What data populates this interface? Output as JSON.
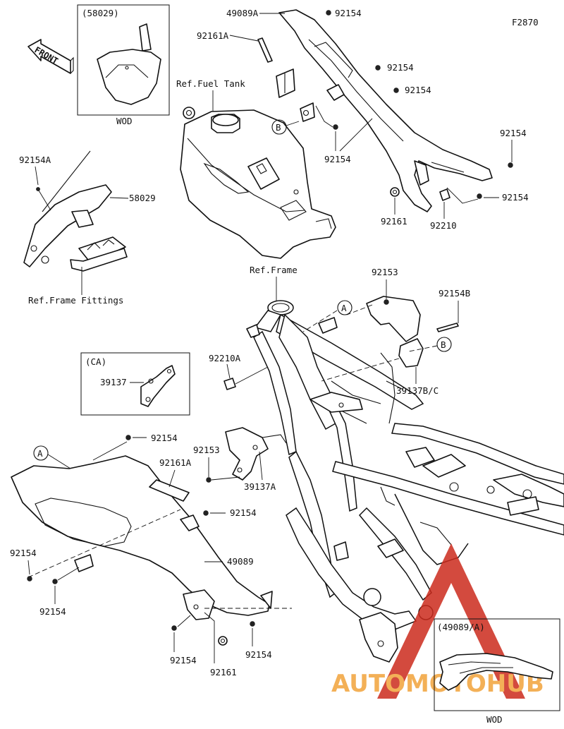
{
  "figure_code": "F2870",
  "direction_label": "FRONT",
  "brand_watermark": {
    "text": "AUTOMOTOHUB",
    "accent_color": "#cc2b1d",
    "text_color": "#f2a33a"
  },
  "inset_number_plate": {
    "ref": "(58029)",
    "note": "WOD"
  },
  "inset_ca": {
    "ref": "(CA)",
    "part": "39137"
  },
  "inset_side_cover": {
    "ref": "(49089/A)",
    "note": "WOD"
  },
  "references": {
    "fuel_tank": "Ref.Fuel Tank",
    "frame": "Ref.Frame",
    "frame_fittings": "Ref.Frame Fittings"
  },
  "callouts": [
    "A",
    "B"
  ],
  "part_labels": {
    "p49089A": "49089A",
    "p92154_top": "92154",
    "p92161A_top": "92161A",
    "p92154_r1": "92154",
    "p92154_r2": "92154",
    "p92154_mid": "92154",
    "p92154_rr1": "92154",
    "p92154_rr2": "92154",
    "p92161_r": "92161",
    "p92210": "92210",
    "p92154A": "92154A",
    "p58029": "58029",
    "p92153_top": "92153",
    "p92154B": "92154B",
    "p92210A": "92210A",
    "p39137BC": "39137B/C",
    "p92154_l1": "92154",
    "p92161A_l": "92161A",
    "p92153_l": "92153",
    "p39137A": "39137A",
    "p92154_l2": "92154",
    "p49089": "49089",
    "p92154_l3": "92154",
    "p92154_l4": "92154",
    "p92154_b1": "92154",
    "p92161_b": "92161",
    "p92154_b2": "92154"
  }
}
